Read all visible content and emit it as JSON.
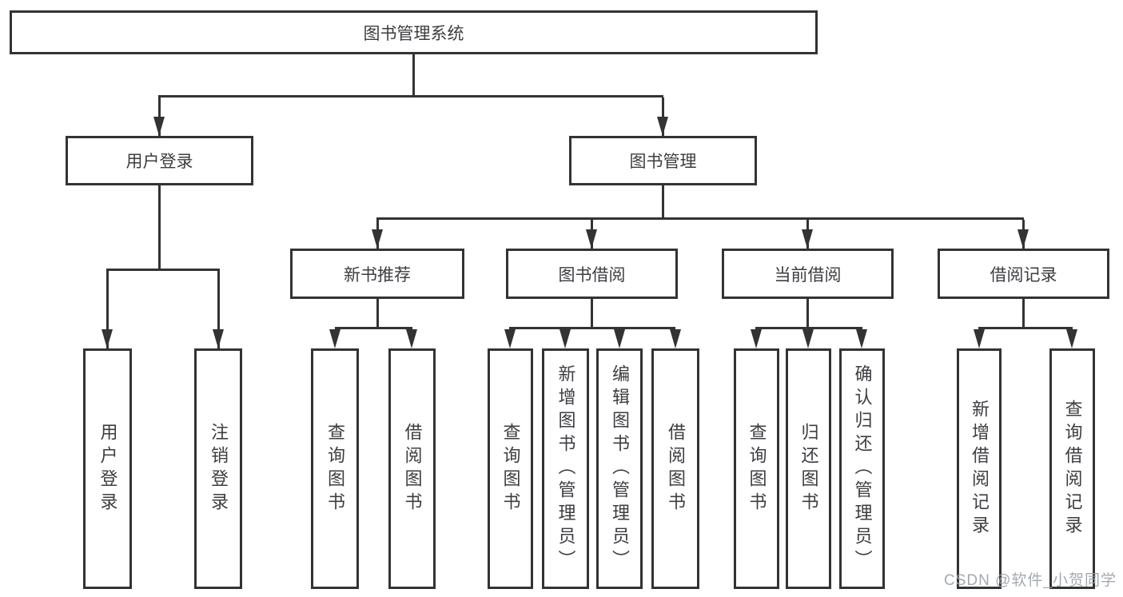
{
  "diagram": {
    "root": {
      "label": "图书管理系统"
    },
    "branches": [
      {
        "label": "用户登录"
      },
      {
        "label": "图书管理"
      }
    ],
    "modules": [
      {
        "label": "新书推荐"
      },
      {
        "label": "图书借阅"
      },
      {
        "label": "当前借阅"
      },
      {
        "label": "借阅记录"
      }
    ],
    "leaves": [
      {
        "label": "用户登录"
      },
      {
        "label": "注销登录"
      },
      {
        "label": "查询图书"
      },
      {
        "label": "借阅图书"
      },
      {
        "label": "查询图书"
      },
      {
        "label": "新增图书（管理员）"
      },
      {
        "label": "编辑图书（管理员）"
      },
      {
        "label": "借阅图书"
      },
      {
        "label": "查询图书"
      },
      {
        "label": "归还图书"
      },
      {
        "label": "确认归还（管理员）"
      },
      {
        "label": "新增借阅记录"
      },
      {
        "label": "查询借阅记录"
      }
    ]
  },
  "watermark": {
    "text": "CSDN @软件_小贺同学"
  },
  "colors": {
    "line": "#333333",
    "text": "#3d3d42",
    "box_fill": "#ffffff",
    "watermark": "#9aa0aa"
  }
}
